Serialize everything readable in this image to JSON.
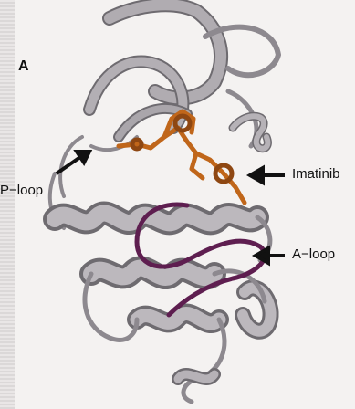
{
  "figure": {
    "panel_letter": "A",
    "labels": {
      "p_loop": "P−loop",
      "imatinib": "Imatinib",
      "a_loop": "A−loop"
    }
  },
  "colors": {
    "background": "#f4f2f1",
    "ribbon": "#a9a5aa",
    "ribbon_shadow": "#6e6b70",
    "a_loop": "#5e1e50",
    "ligand": "#c0661a",
    "arrow": "#111111"
  }
}
